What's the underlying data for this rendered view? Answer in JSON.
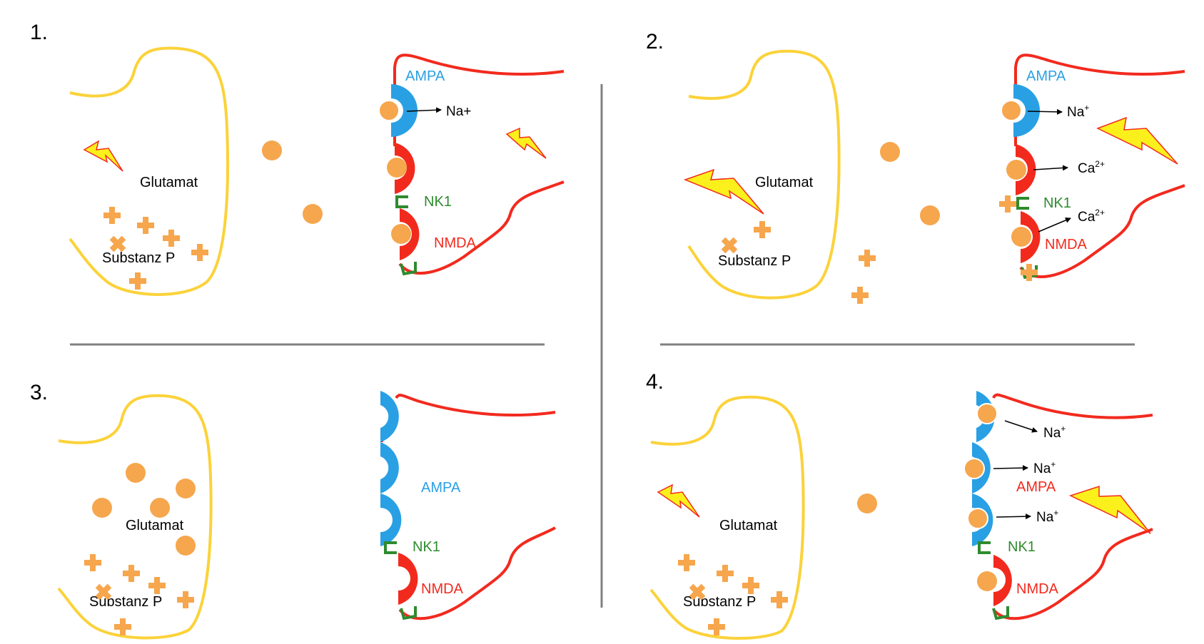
{
  "colors": {
    "presynaptic": "#fbd23a",
    "postsynaptic": "#f22a1e",
    "ampa": "#2aa0e4",
    "nmda": "#f22a1e",
    "nk1": "#2e8b2e",
    "glutamate": "#f6a64d",
    "substance_p": "#f6a64d",
    "lightning_fill": "#fbf01c",
    "lightning_stroke": "#f22a1e",
    "divider": "#808080"
  },
  "panels": [
    {
      "number": "1.",
      "glutamat_label": "Glutamat",
      "substanz_p_label": "Substanz P",
      "ampa_label": "AMPA",
      "nk1_label": "NK1",
      "nmda_label": "NMDA",
      "ions": [
        {
          "base": "Na+",
          "sup": ""
        }
      ]
    },
    {
      "number": "2.",
      "glutamat_label": "Glutamat",
      "substanz_p_label": "Substanz P",
      "ampa_label": "AMPA",
      "nk1_label": "NK1",
      "nmda_label": "NMDA",
      "ions": [
        {
          "base": "Na",
          "sup": "+"
        },
        {
          "base": "Ca",
          "sup": "2+"
        },
        {
          "base": "Ca",
          "sup": "2+"
        }
      ]
    },
    {
      "number": "3.",
      "glutamat_label": "Glutamat",
      "substanz_p_label": "Substanz P",
      "ampa_label": "AMPA",
      "nk1_label": "NK1",
      "nmda_label": "NMDA",
      "ions": []
    },
    {
      "number": "4.",
      "glutamat_label": "Glutamat",
      "substanz_p_label": "Substanz P",
      "ampa_label": "AMPA",
      "nk1_label": "NK1",
      "nmda_label": "NMDA",
      "ions": [
        {
          "base": "Na",
          "sup": "+"
        },
        {
          "base": "Na",
          "sup": "+"
        },
        {
          "base": "Na",
          "sup": "+"
        }
      ]
    }
  ]
}
